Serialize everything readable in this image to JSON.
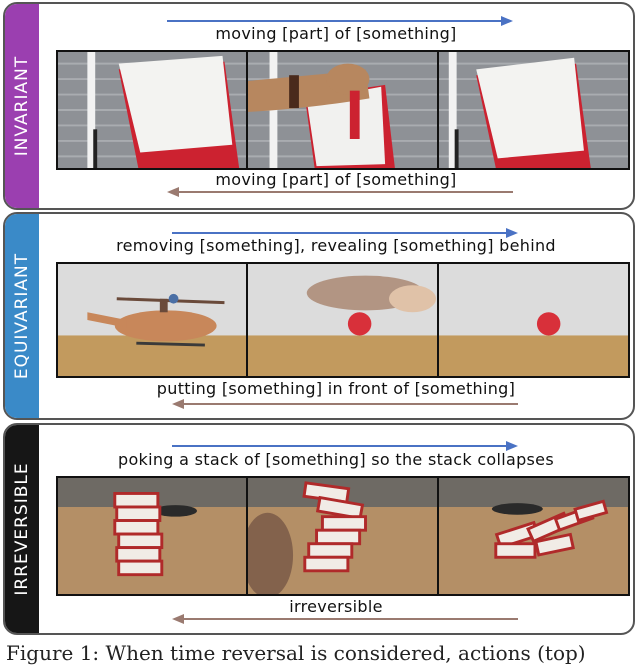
{
  "panels": [
    {
      "tag": "INVARIANT",
      "tag_color": "#9b3fb0",
      "top_caption": "moving [part] of [something]",
      "bottom_caption": "moving [part] of [something]",
      "top_arrow_color": "#4a72c4",
      "bottom_arrow_color": "#9a7a70"
    },
    {
      "tag": "EQUIVARIANT",
      "tag_color": "#3a8ac8",
      "top_caption": "removing [something], revealing [something] behind",
      "bottom_caption": "putting [something] in front of [something]",
      "top_arrow_color": "#4a72c4",
      "bottom_arrow_color": "#9a7a70"
    },
    {
      "tag": "IRREVERSIBLE",
      "tag_color": "#161616",
      "top_caption": "poking a stack of [something] so the stack collapses",
      "bottom_caption": "irreversible",
      "top_arrow_color": "#4a72c4",
      "bottom_arrow_color": "#9a7a70"
    }
  ],
  "figure_caption": "Figure 1:  When time reversal is considered, actions (top)"
}
